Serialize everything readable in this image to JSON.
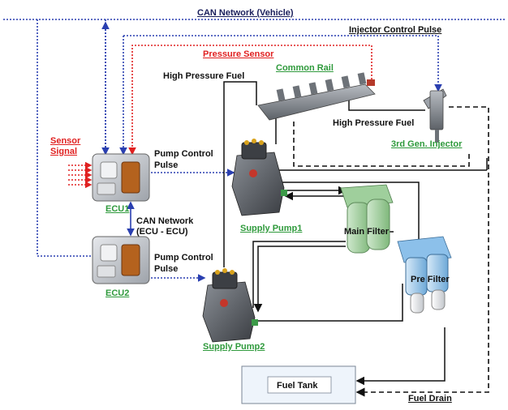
{
  "labels": {
    "can_vehicle": "CAN Network (Vehicle)",
    "injector_pulse": "Injector Control Pulse",
    "pressure_sensor": "Pressure Sensor",
    "common_rail": "Common Rail",
    "hp_fuel_top": "High Pressure Fuel",
    "hp_fuel_right": "High Pressure Fuel",
    "injector": "3rd Gen. Injector",
    "sensor_signal_1": "Sensor",
    "sensor_signal_2": "Signal",
    "pump_pulse1_1": "Pump Control",
    "pump_pulse1_2": "Pulse",
    "ecu1": "ECU1",
    "can_ecu_1": "CAN Network",
    "can_ecu_2": "(ECU - ECU)",
    "supply_pump1": "Supply Pump1",
    "main_filter": "Main Filter",
    "pump_pulse2_1": "Pump Control",
    "pump_pulse2_2": "Pulse",
    "ecu2": "ECU2",
    "pre_filter": "Pre Filter",
    "supply_pump2": "Supply Pump2",
    "fuel_tank": "Fuel Tank",
    "fuel_drain": "Fuel Drain"
  },
  "colors": {
    "can_line": "#2a3fb0",
    "pressure_line": "#e02020",
    "fuel_line": "#111111",
    "label_green": "#2f9a3c",
    "label_red": "#e02020",
    "ecu_body": "#c8ccd2",
    "ecu_connector": "#b4621e",
    "pump_body": "#5a5e63",
    "rail_body": "#7d8289",
    "main_filter_body": "#9fcf9c",
    "pre_filter_body": "#8cc0ea",
    "tank_fill": "#eef4fb"
  },
  "icons": [
    "ecu-unit",
    "supply-pump",
    "common-rail",
    "injector",
    "main-filter",
    "pre-filter",
    "fuel-tank"
  ]
}
